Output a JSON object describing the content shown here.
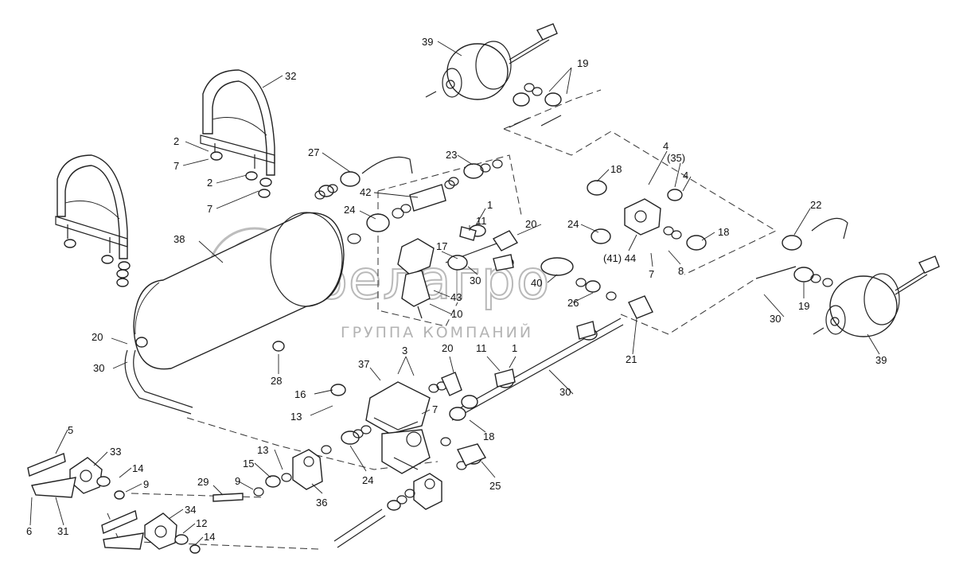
{
  "watermark": {
    "brand": "белагро",
    "subtitle": "ГРУППА КОМПАНИЙ"
  },
  "callouts": [
    {
      "id": "c39a",
      "text": "39"
    },
    {
      "id": "c32",
      "text": "32"
    },
    {
      "id": "c19a",
      "text": "19"
    },
    {
      "id": "c2a",
      "text": "2"
    },
    {
      "id": "c7a",
      "text": "7"
    },
    {
      "id": "c2b",
      "text": "2"
    },
    {
      "id": "c7b",
      "text": "7"
    },
    {
      "id": "c27",
      "text": "27"
    },
    {
      "id": "c23",
      "text": "23"
    },
    {
      "id": "c42",
      "text": "42"
    },
    {
      "id": "c18a",
      "text": "18"
    },
    {
      "id": "c4a",
      "text": "4"
    },
    {
      "id": "c35",
      "text": "(35)"
    },
    {
      "id": "c4b",
      "text": "4"
    },
    {
      "id": "c22",
      "text": "22"
    },
    {
      "id": "c24a",
      "text": "24"
    },
    {
      "id": "c1a",
      "text": "1"
    },
    {
      "id": "c11a",
      "text": "11"
    },
    {
      "id": "c20a",
      "text": "20"
    },
    {
      "id": "c24b",
      "text": "24"
    },
    {
      "id": "c18b",
      "text": "18"
    },
    {
      "id": "c38",
      "text": "38"
    },
    {
      "id": "c17",
      "text": "17"
    },
    {
      "id": "c4144",
      "text": "(41) 44"
    },
    {
      "id": "c30a",
      "text": "30"
    },
    {
      "id": "c7c",
      "text": "7"
    },
    {
      "id": "c8",
      "text": "8"
    },
    {
      "id": "c40",
      "text": "40"
    },
    {
      "id": "c43",
      "text": "43"
    },
    {
      "id": "c26",
      "text": "26"
    },
    {
      "id": "c10",
      "text": "10"
    },
    {
      "id": "c19b",
      "text": "19"
    },
    {
      "id": "c30b",
      "text": "30"
    },
    {
      "id": "c20b",
      "text": "20"
    },
    {
      "id": "c30c",
      "text": "30"
    },
    {
      "id": "c28",
      "text": "28"
    },
    {
      "id": "c3",
      "text": "3"
    },
    {
      "id": "c20c",
      "text": "20"
    },
    {
      "id": "c11b",
      "text": "11"
    },
    {
      "id": "c1b",
      "text": "1"
    },
    {
      "id": "c21",
      "text": "21"
    },
    {
      "id": "c39b",
      "text": "39"
    },
    {
      "id": "c37",
      "text": "37"
    },
    {
      "id": "c16",
      "text": "16"
    },
    {
      "id": "c13a",
      "text": "13"
    },
    {
      "id": "c7d",
      "text": "7"
    },
    {
      "id": "c30d",
      "text": "30"
    },
    {
      "id": "c18c",
      "text": "18"
    },
    {
      "id": "c5",
      "text": "5"
    },
    {
      "id": "c13b",
      "text": "13"
    },
    {
      "id": "c33",
      "text": "33"
    },
    {
      "id": "c15",
      "text": "15"
    },
    {
      "id": "c14a",
      "text": "14"
    },
    {
      "id": "c9a",
      "text": "9"
    },
    {
      "id": "c29",
      "text": "29"
    },
    {
      "id": "c9b",
      "text": "9"
    },
    {
      "id": "c24c",
      "text": "24"
    },
    {
      "id": "c25",
      "text": "25"
    },
    {
      "id": "c36",
      "text": "36"
    },
    {
      "id": "c6",
      "text": "6"
    },
    {
      "id": "c31",
      "text": "31"
    },
    {
      "id": "c34",
      "text": "34"
    },
    {
      "id": "c12",
      "text": "12"
    },
    {
      "id": "c14b",
      "text": "14"
    }
  ]
}
